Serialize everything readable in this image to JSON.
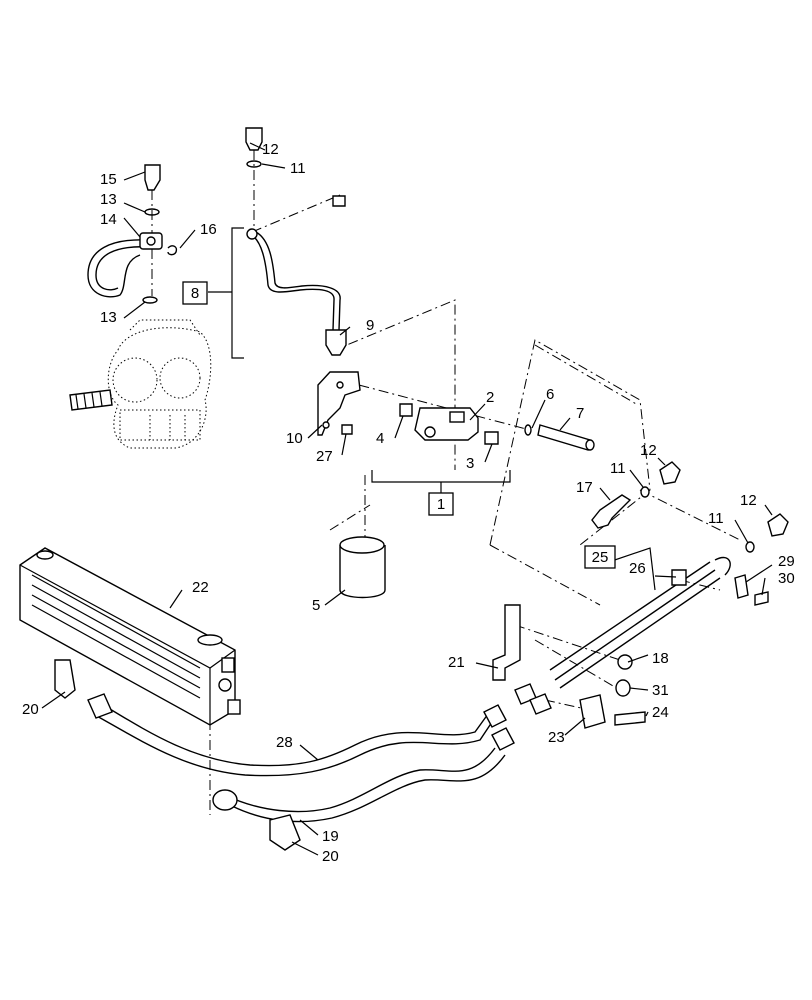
{
  "callouts": {
    "c1": "1",
    "c2": "2",
    "c3": "3",
    "c4": "4",
    "c5": "5",
    "c6": "6",
    "c7": "7",
    "c8": "8",
    "c9": "9",
    "c10": "10",
    "c11a": "11",
    "c11b": "11",
    "c11c": "11",
    "c12a": "12",
    "c12b": "12",
    "c12c": "12",
    "c13a": "13",
    "c13b": "13",
    "c14": "14",
    "c15": "15",
    "c16": "16",
    "c17": "17",
    "c18": "18",
    "c19": "19",
    "c20a": "20",
    "c20b": "20",
    "c21": "21",
    "c22": "22",
    "c23": "23",
    "c24": "24",
    "c25": "25",
    "c26": "26",
    "c27": "27",
    "c28": "28",
    "c29": "29",
    "c30": "30",
    "c31": "31"
  }
}
